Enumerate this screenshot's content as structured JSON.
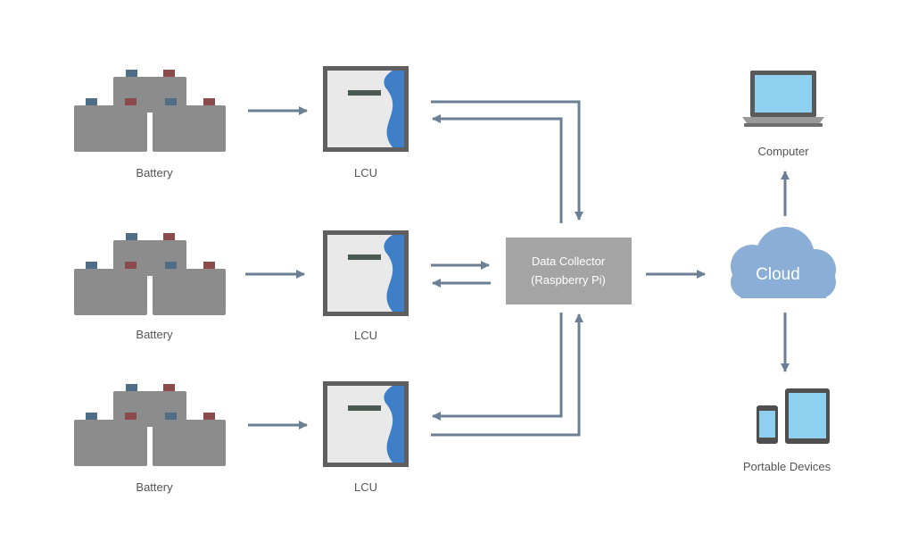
{
  "batteries": [
    {
      "label": "Battery"
    },
    {
      "label": "Battery"
    },
    {
      "label": "Battery"
    }
  ],
  "lcus": [
    {
      "label": "LCU"
    },
    {
      "label": "LCU"
    },
    {
      "label": "LCU"
    }
  ],
  "collector": {
    "line1": "Data Collector",
    "line2": "(Raspberry Pi)"
  },
  "cloud": {
    "label": "Cloud"
  },
  "computer": {
    "label": "Computer"
  },
  "portable": {
    "label": "Portable Devices"
  },
  "colors": {
    "arrow": "#6b7f95",
    "battery": "#8c8c8c",
    "terminal_blue": "#4f6d86",
    "terminal_red": "#8b4a4c",
    "lcu_frame": "#5f5f5f",
    "lcu_accent": "#3f7fc7",
    "collector": "#a4a4a4",
    "cloud": "#8aaed6",
    "screen": "#8fd0f0"
  }
}
